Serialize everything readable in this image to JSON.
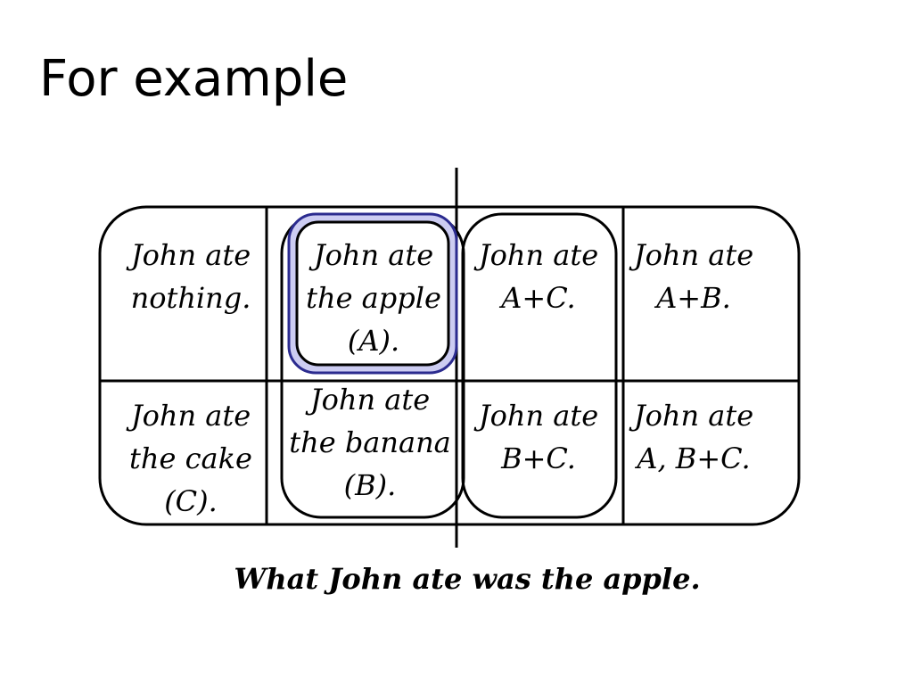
{
  "slide": {
    "title": "For example",
    "caption": "What John ate was the apple."
  },
  "cells": {
    "nothing": "John ate\nnothing.",
    "apple": "John ate\nthe apple\n(A).",
    "a_c": "John ate\nA+C.",
    "a_b": "John ate\nA+B.",
    "cake": "John ate\nthe cake\n(C).",
    "banana": "John ate\nthe banana\n(B).",
    "b_c": "John ate\nB+C.",
    "a_b_c": "John ate\nA, B+C."
  },
  "colors": {
    "highlight_fill": "#ccccf2",
    "highlight_border": "#2b2b8f",
    "stroke": "#000000"
  }
}
